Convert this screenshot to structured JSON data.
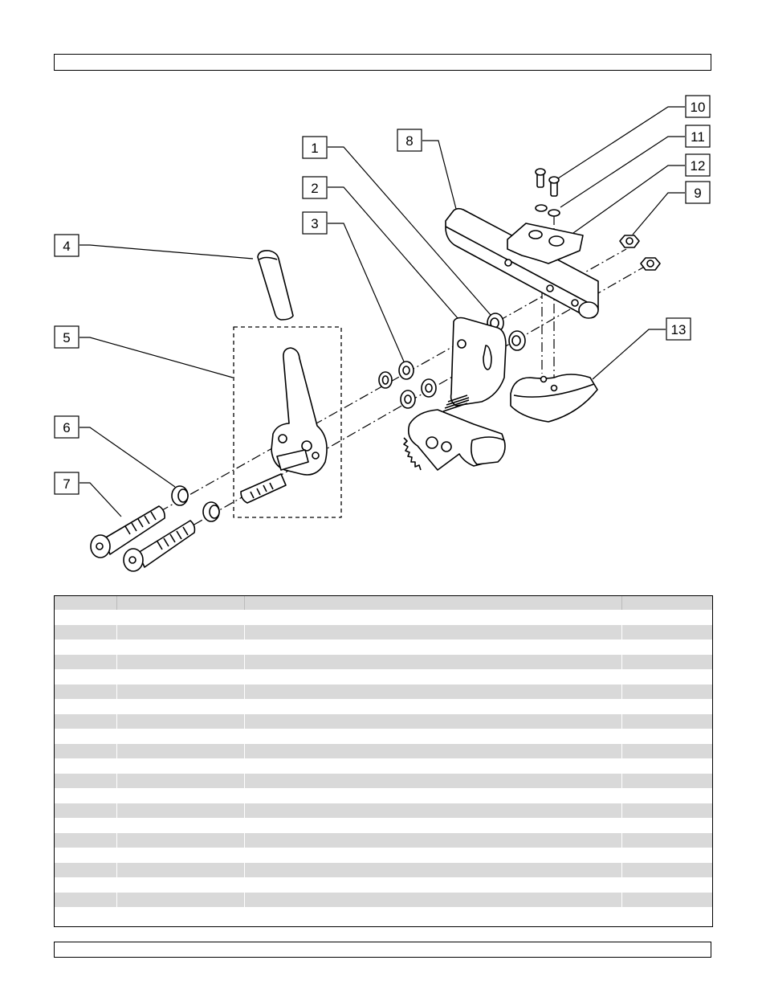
{
  "page": {
    "header_text": "",
    "footer_text": ""
  },
  "diagram": {
    "callouts": [
      {
        "label": "1",
        "part": "spacer"
      },
      {
        "label": "2",
        "part": "mounting-bracket"
      },
      {
        "label": "3",
        "part": "washers"
      },
      {
        "label": "4",
        "part": "lever-grip"
      },
      {
        "label": "5",
        "part": "lever-assembly"
      },
      {
        "label": "6",
        "part": "flange-bushing"
      },
      {
        "label": "7",
        "part": "button-head-bolts"
      },
      {
        "label": "8",
        "part": "clamp-bar"
      },
      {
        "label": "9",
        "part": "lock-nuts"
      },
      {
        "label": "10",
        "part": "screws"
      },
      {
        "label": "11",
        "part": "small-washers"
      },
      {
        "label": "12",
        "part": "clamp-block"
      },
      {
        "label": "13",
        "part": "lower-clamp"
      }
    ]
  },
  "parts_table": {
    "columns": [
      "",
      "",
      "",
      ""
    ],
    "row_count": 21
  },
  "colors": {
    "shade": "#d9d9d9",
    "line": "#000000"
  }
}
